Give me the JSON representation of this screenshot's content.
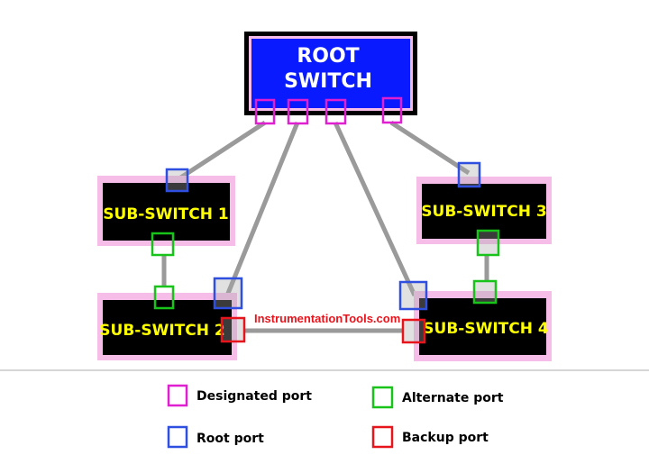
{
  "root": {
    "line1": "ROOT",
    "line2": "SWITCH"
  },
  "switches": {
    "s1": "SUB-SWITCH 1",
    "s2": "SUB-SWITCH 2",
    "s3": "SUB-SWITCH 3",
    "s4": "SUB-SWITCH 4"
  },
  "watermark": "InstrumentationTools.com",
  "legend": {
    "designated": "Designated port",
    "alternate": "Alternate port",
    "root": "Root port",
    "backup": "Backup port"
  },
  "colors": {
    "designated": "#e020d0",
    "alternate": "#19c41a",
    "root": "#2f4fe0",
    "backup": "#e8141c",
    "link": "#9a9a9a",
    "root_fill": "#0a1aff",
    "switch_border": "#f6bde8"
  }
}
